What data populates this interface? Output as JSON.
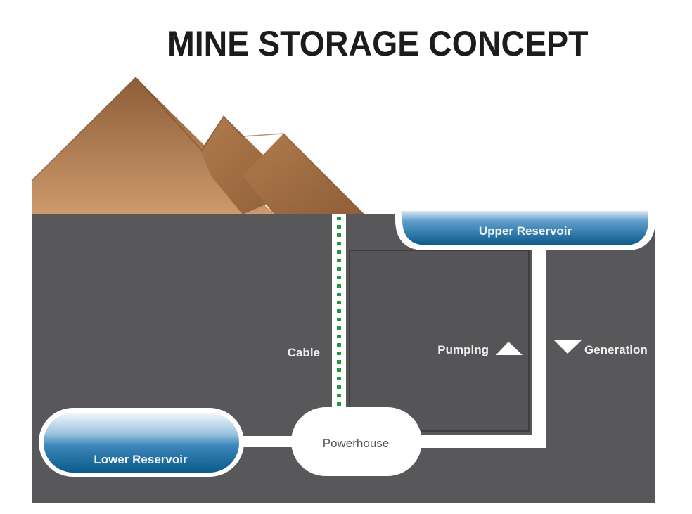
{
  "title": "MINE STORAGE CONCEPT",
  "colors": {
    "ground": "#58585a",
    "ground_edge": "#3e3e40",
    "pipe": "#ffffff",
    "cable_dots": "#1f9a3c",
    "reservoir_top": "#e9f1f8",
    "reservoir_mid": "#4f93c4",
    "reservoir_bottom": "#0f5f8f",
    "mountain_light": "#c99466",
    "mountain_dark": "#8a5a34",
    "label_light": "#f2f2f2",
    "label_dark": "#555555"
  },
  "labels": {
    "upper_reservoir": "Upper Reservoir",
    "lower_reservoir": "Lower Reservoir",
    "powerhouse": "Powerhouse",
    "cable": "Cable",
    "pumping": "Pumping",
    "generation": "Generation"
  },
  "icons": {
    "pumping": "arrow-up-triangle",
    "generation": "arrow-down-triangle"
  }
}
